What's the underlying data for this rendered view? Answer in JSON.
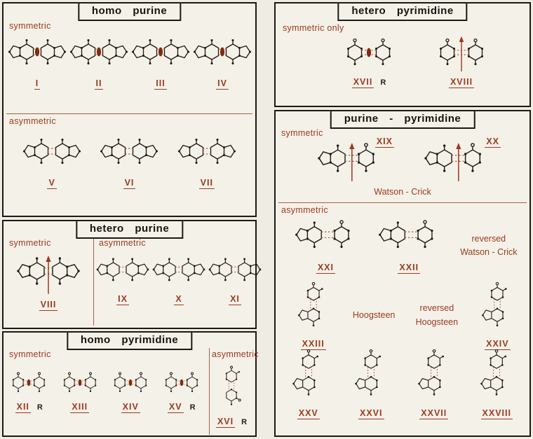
{
  "colors": {
    "paper": "#f4f1e9",
    "ink": "#1f1a14",
    "accent": "#9c3a1c",
    "bond": "#b04a24",
    "lens": "#7e2c10"
  },
  "panels": {
    "homo_purine": {
      "title": "homo purine",
      "symmetric": {
        "label": "symmetric",
        "structures": [
          {
            "numeral": "I",
            "kind": "pp-h",
            "symmetry": "lens"
          },
          {
            "numeral": "II",
            "kind": "pp-h",
            "symmetry": "lens"
          },
          {
            "numeral": "III",
            "kind": "pp-h",
            "symmetry": "lens"
          },
          {
            "numeral": "IV",
            "kind": "pp-h",
            "symmetry": "lens"
          }
        ]
      },
      "asymmetric": {
        "label": "asymmetric",
        "structures": [
          {
            "numeral": "V",
            "kind": "pp-h",
            "symmetry": "none"
          },
          {
            "numeral": "VI",
            "kind": "pp-h",
            "symmetry": "none"
          },
          {
            "numeral": "VII",
            "kind": "pp-h",
            "symmetry": "none"
          }
        ]
      }
    },
    "hetero_purine": {
      "title": "hetero purine",
      "symmetric": {
        "label": "symmetric",
        "structures": [
          {
            "numeral": "VIII",
            "kind": "pp-h",
            "symmetry": "arrow"
          }
        ]
      },
      "asymmetric": {
        "label": "asymmetric",
        "structures": [
          {
            "numeral": "IX",
            "kind": "pp-h",
            "symmetry": "none"
          },
          {
            "numeral": "X",
            "kind": "pp-h",
            "symmetry": "none"
          },
          {
            "numeral": "XI",
            "kind": "pp-h",
            "symmetry": "none"
          }
        ]
      }
    },
    "homo_pyrimidine": {
      "title": "homo pyrimidine",
      "symmetric": {
        "label": "symmetric",
        "structures": [
          {
            "numeral": "XII",
            "kind": "yy-h",
            "symmetry": "lens",
            "r": "R"
          },
          {
            "numeral": "XIII",
            "kind": "yy-h",
            "symmetry": "lens"
          },
          {
            "numeral": "XIV",
            "kind": "yy-h",
            "symmetry": "lens"
          },
          {
            "numeral": "XV",
            "kind": "yy-h",
            "symmetry": "lens",
            "r": "R"
          }
        ]
      },
      "asymmetric": {
        "label": "asymmetric",
        "structures": [
          {
            "numeral": "XVI",
            "kind": "yy-v",
            "symmetry": "none",
            "r": "R"
          }
        ]
      }
    },
    "hetero_pyrimidine": {
      "title": "hetero pyrimidine",
      "symmetric_only": {
        "label": "symmetric only",
        "structures": [
          {
            "numeral": "XVII",
            "kind": "yy-h",
            "symmetry": "lens",
            "r": "R"
          },
          {
            "numeral": "XVIII",
            "kind": "yy-h",
            "symmetry": "arrow"
          }
        ]
      }
    },
    "purine_pyrimidine": {
      "title": "purine - pyrimidine",
      "symmetric": {
        "label": "symmetric",
        "caption": "Watson - Crick",
        "structures": [
          {
            "numeral": "XIX",
            "kind": "py-h",
            "symmetry": "arrow",
            "numeral_pos": "top"
          },
          {
            "numeral": "XX",
            "kind": "py-h",
            "symmetry": "arrow",
            "numeral_pos": "top"
          }
        ]
      },
      "asymmetric": {
        "label": "asymmetric",
        "rows": [
          {
            "cells": [
              {
                "type": "structure",
                "numeral": "XXI",
                "kind": "py-h",
                "symmetry": "none"
              },
              {
                "type": "structure",
                "numeral": "XXII",
                "kind": "py-h",
                "symmetry": "none"
              },
              {
                "type": "label",
                "lines": [
                  "reversed",
                  "Watson - Crick"
                ]
              }
            ]
          },
          {
            "cells": [
              {
                "type": "structure",
                "numeral": "XXIII",
                "kind": "py-v",
                "symmetry": "none"
              },
              {
                "type": "label",
                "lines": [
                  "Hoogsteen"
                ]
              },
              {
                "type": "label",
                "lines": [
                  "reversed",
                  "Hoogsteen"
                ]
              },
              {
                "type": "structure",
                "numeral": "XXIV",
                "kind": "py-v",
                "symmetry": "none"
              }
            ]
          },
          {
            "cells": [
              {
                "type": "structure",
                "numeral": "XXV",
                "kind": "py-v",
                "symmetry": "none"
              },
              {
                "type": "structure",
                "numeral": "XXVI",
                "kind": "py-v",
                "symmetry": "none"
              },
              {
                "type": "structure",
                "numeral": "XXVII",
                "kind": "py-v",
                "symmetry": "none"
              },
              {
                "type": "structure",
                "numeral": "XXVIII",
                "kind": "py-v",
                "symmetry": "none"
              }
            ]
          }
        ]
      }
    }
  }
}
